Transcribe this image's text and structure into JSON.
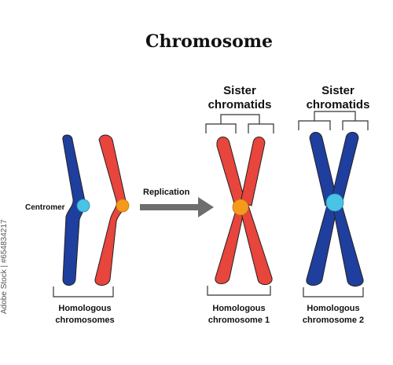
{
  "title": "Chromosome",
  "labels": {
    "centromer": "Centromer",
    "replication": "Replication",
    "sister_left_line1": "Sister",
    "sister_left_line2": "chromatids",
    "sister_right_line1": "Sister",
    "sister_right_line2": "chromatids",
    "homologous_pair_line1": "Homologous",
    "homologous_pair_line2": "chromosomes",
    "homologous_1_line1": "Homologous",
    "homologous_1_line2": "chromosome 1",
    "homologous_2_line1": "Homologous",
    "homologous_2_line2": "chromosome 2"
  },
  "watermark_left": "Adobe Stock | #654834217",
  "colors": {
    "blue": "#1f3f9e",
    "red": "#e8453c",
    "cyan_centromere": "#49c3e6",
    "orange_centromere": "#f59a1c",
    "arrow_gray": "#6e6e6e",
    "bracket": "#333333"
  }
}
